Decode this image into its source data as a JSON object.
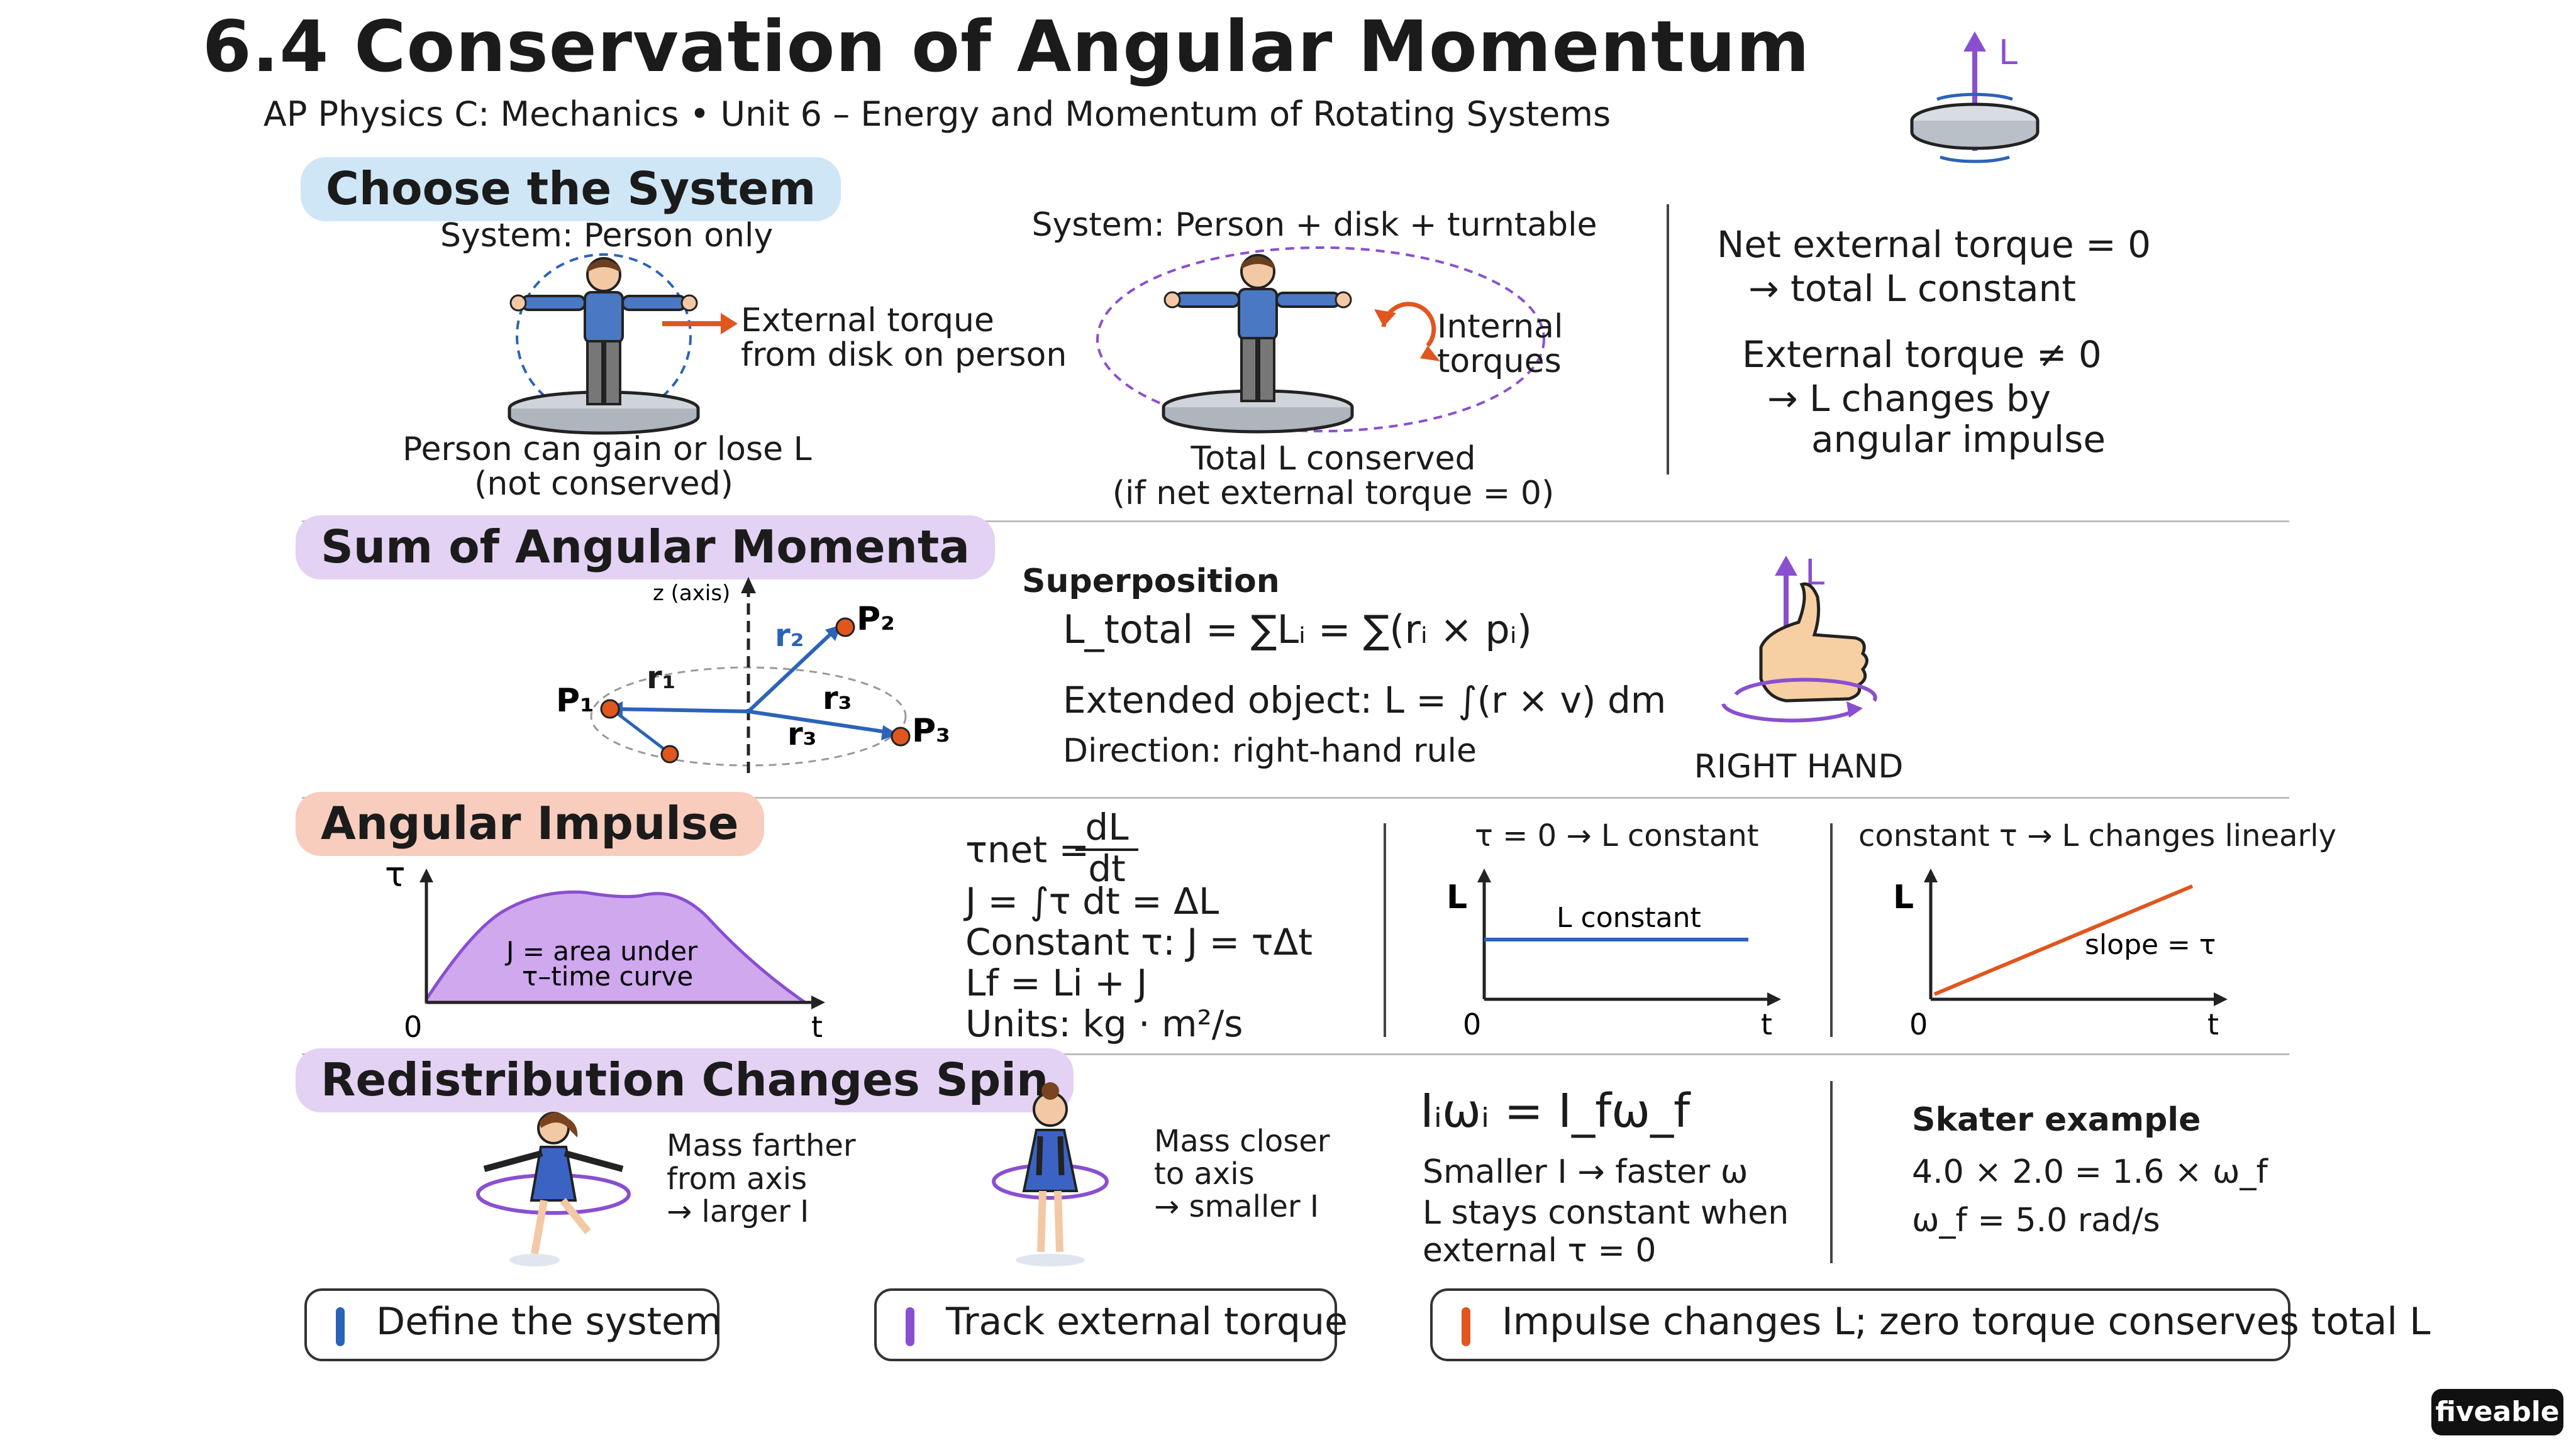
{
  "header": {
    "title": "6.4 Conservation of Angular Momentum",
    "subtitle": "AP Physics C: Mechanics • Unit 6 – Energy and Momentum of Rotating Systems",
    "icon_label": "L"
  },
  "sections": {
    "system": {
      "heading": "Choose the System",
      "left_caption": "System: Person only",
      "left_note1": "External torque",
      "left_note2": "from disk on person",
      "left_bottom1": "Person can gain or lose L",
      "left_bottom2": "(not conserved)",
      "mid_caption": "System: Person + disk + turntable",
      "mid_note1": "Internal",
      "mid_note2": "torques",
      "mid_bottom1": "Total L conserved",
      "mid_bottom2": "(if net external torque = 0)",
      "right_line1": "Net external torque = 0",
      "right_line2": "→ total L constant",
      "right_line3": "External torque ≠ 0",
      "right_line4": "→ L changes by",
      "right_line5": "angular impulse"
    },
    "sum": {
      "heading": "Sum of Angular Momenta",
      "axis_label": "z (axis)",
      "p1": "P₁",
      "p2": "P₂",
      "p3": "P₃",
      "r1": "r₁",
      "r2": "r₂",
      "r3": "r₃",
      "r3b": "r₃",
      "superposition": "Superposition",
      "eq_total": "L_total = ∑Lᵢ = ∑(rᵢ × pᵢ)",
      "extended": "Extended object:  L = ∫(r × v) dm",
      "direction": "Direction: right-hand rule",
      "hand_label": "RIGHT HAND",
      "hand_vec": "L"
    },
    "impulse": {
      "heading": "Angular Impulse",
      "tau_axis": "τ",
      "t_axis": "t",
      "origin": "0",
      "area1": "J = area under",
      "area2": "τ–time curve",
      "eq1_lhs": "τnet =",
      "eq1_num": "dL",
      "eq1_den": "dt",
      "eq2": "J = ∫τ dt = ΔL",
      "eq3": "Constant τ:  J = τΔt",
      "eq4": "Lf = Li + J",
      "eq5": "Units: kg · m²/s",
      "g1_title": "τ = 0 → L constant",
      "g1_yaxis": "L",
      "g1_line": "L constant",
      "g1_x": "t",
      "g1_o": "0",
      "g2_title": "constant τ → L changes linearly",
      "g2_yaxis": "L",
      "g2_line": "slope = τ",
      "g2_x": "t",
      "g2_o": "0"
    },
    "spin": {
      "heading": "Redistribution Changes Spin",
      "far1": "Mass farther",
      "far2": "from axis",
      "far3": "→ larger I",
      "close1": "Mass closer",
      "close2": "to axis",
      "close3": "→ smaller I",
      "eq_main": "Iᵢωᵢ = I_fω_f",
      "line1": "Smaller I → faster ω",
      "line2": "L stays constant when",
      "line3": "external τ = 0",
      "ex_title": "Skater example",
      "ex_line1": "4.0 × 2.0 = 1.6 × ω_f",
      "ex_line2": "ω_f = 5.0 rad/s"
    }
  },
  "footer": {
    "box1": "Define the system",
    "box2": "Track external torque",
    "box3": "Impulse changes L; zero torque conserves total L",
    "brand": "fiveable"
  },
  "colors": {
    "blue": "#2b63b8",
    "purple": "#8a4fd0",
    "orange": "#e0561f",
    "label_blue": "#cfe6f7",
    "label_purple": "#e3d2f3",
    "label_orange": "#f8cdbd"
  }
}
